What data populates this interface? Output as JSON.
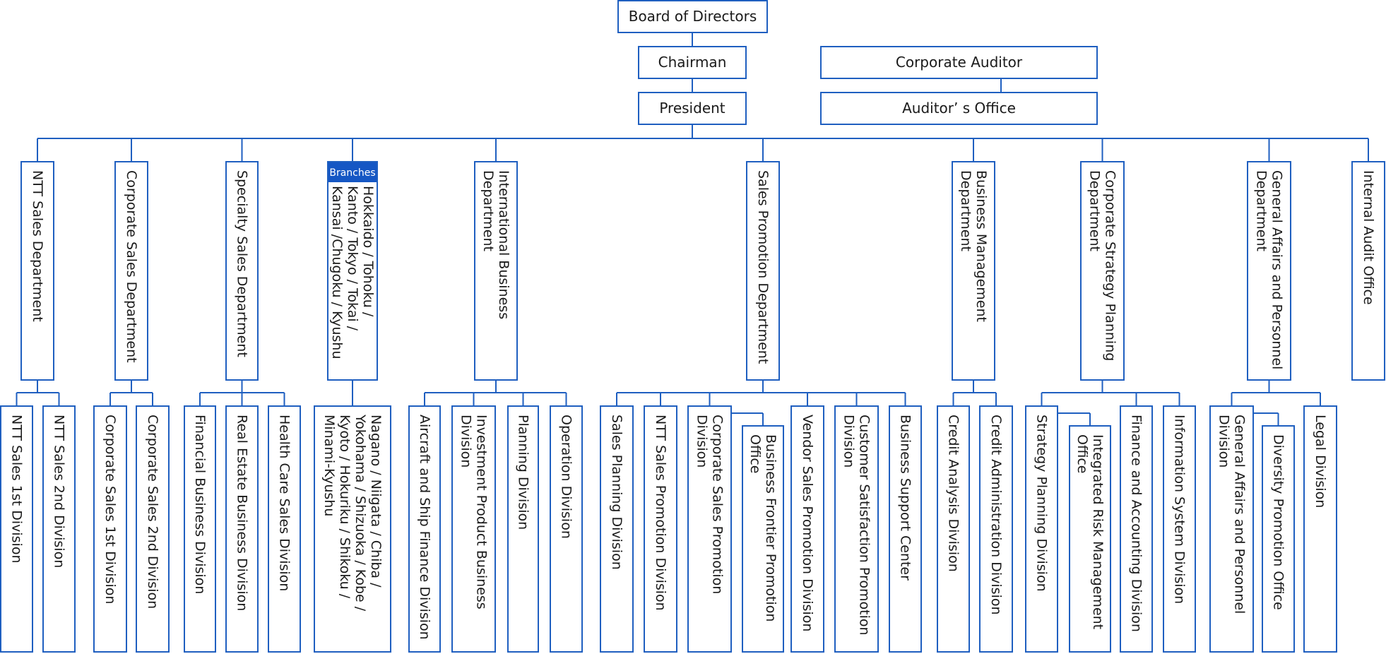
{
  "top": {
    "board": "Board of Directors",
    "chairman": "Chairman",
    "president": "President",
    "corporate_auditor": "Corporate Auditor",
    "auditors_office": "Auditor’ s Office"
  },
  "departments": [
    {
      "id": "ntt-sales",
      "lines": [
        "NTT Sales Department"
      ],
      "divisions": [
        {
          "lines": [
            "NTT Sales 1st Division"
          ]
        },
        {
          "lines": [
            "NTT Sales 2nd Division"
          ]
        }
      ]
    },
    {
      "id": "corporate-sales",
      "lines": [
        "Corporate Sales Department"
      ],
      "divisions": [
        {
          "lines": [
            "Corporate Sales 1st Division"
          ]
        },
        {
          "lines": [
            "Corporate Sales 2nd Division"
          ]
        }
      ]
    },
    {
      "id": "specialty-sales",
      "lines": [
        "Specialty Sales Department"
      ],
      "divisions": [
        {
          "lines": [
            "Financial Business Division"
          ]
        },
        {
          "lines": [
            "Real Estate Business Division"
          ]
        },
        {
          "lines": [
            "Health Care Sales Division"
          ]
        }
      ]
    },
    {
      "id": "branches",
      "badge": "Branches",
      "lines": [
        "Hokkaido / Tohoku /",
        "Kanto / Tokyo / Tokai /",
        "Kansai /Chugoku / Kyushu"
      ],
      "divisions": [
        {
          "lines": [
            "Nagano / Niigata / Chiba /",
            "Yokohama / Shizuoka / Kobe /",
            "Kyoto / Hokuriku / Shikoku /",
            "Minami-Kyushu"
          ]
        }
      ]
    },
    {
      "id": "international-business",
      "lines": [
        "International Business",
        "Department"
      ],
      "divisions": [
        {
          "lines": [
            "Aircraft and Ship Finance Division"
          ]
        },
        {
          "lines": [
            "Investment Product Business",
            "Division"
          ]
        },
        {
          "lines": [
            "Planning Division"
          ]
        },
        {
          "lines": [
            "Operation Division"
          ]
        }
      ]
    },
    {
      "id": "sales-promotion",
      "lines": [
        "Sales Promotion Department"
      ],
      "divisions": [
        {
          "lines": [
            "Sales Planning Division"
          ]
        },
        {
          "lines": [
            "NTT Sales Promotion Division"
          ]
        },
        {
          "lines": [
            "Corporate Sales Promotion",
            "Division"
          ]
        },
        {
          "lines": [
            "Business Frontier Promotion",
            "Office"
          ]
        },
        {
          "lines": [
            "Vendor Sales Promotion Division"
          ]
        },
        {
          "lines": [
            "Customer Satisfaction Promotion",
            "Division"
          ]
        },
        {
          "lines": [
            "Business Support Center"
          ]
        }
      ]
    },
    {
      "id": "business-management",
      "lines": [
        "Business Management",
        "Department"
      ],
      "divisions": [
        {
          "lines": [
            "Credit Analysis Division"
          ]
        },
        {
          "lines": [
            "Credit Administration Division"
          ]
        }
      ]
    },
    {
      "id": "corporate-strategy",
      "lines": [
        "Corporate Strategy Planning",
        "Department"
      ],
      "divisions": [
        {
          "lines": [
            "Strategy Planning Division"
          ]
        },
        {
          "lines": [
            "Integrated Risk Management",
            "Office"
          ]
        },
        {
          "lines": [
            "Finance and Accounting Division"
          ]
        },
        {
          "lines": [
            "Information System Division"
          ]
        }
      ]
    },
    {
      "id": "general-affairs",
      "lines": [
        "General Affairs and Personnel",
        "Department"
      ],
      "divisions": [
        {
          "lines": [
            "General Affairs and Personnel",
            "Division"
          ]
        },
        {
          "lines": [
            "Diversity Promotion Office"
          ]
        },
        {
          "lines": [
            "Legal Division"
          ]
        }
      ]
    },
    {
      "id": "internal-audit",
      "lines": [
        "Internal Audit Office"
      ],
      "divisions": []
    }
  ]
}
